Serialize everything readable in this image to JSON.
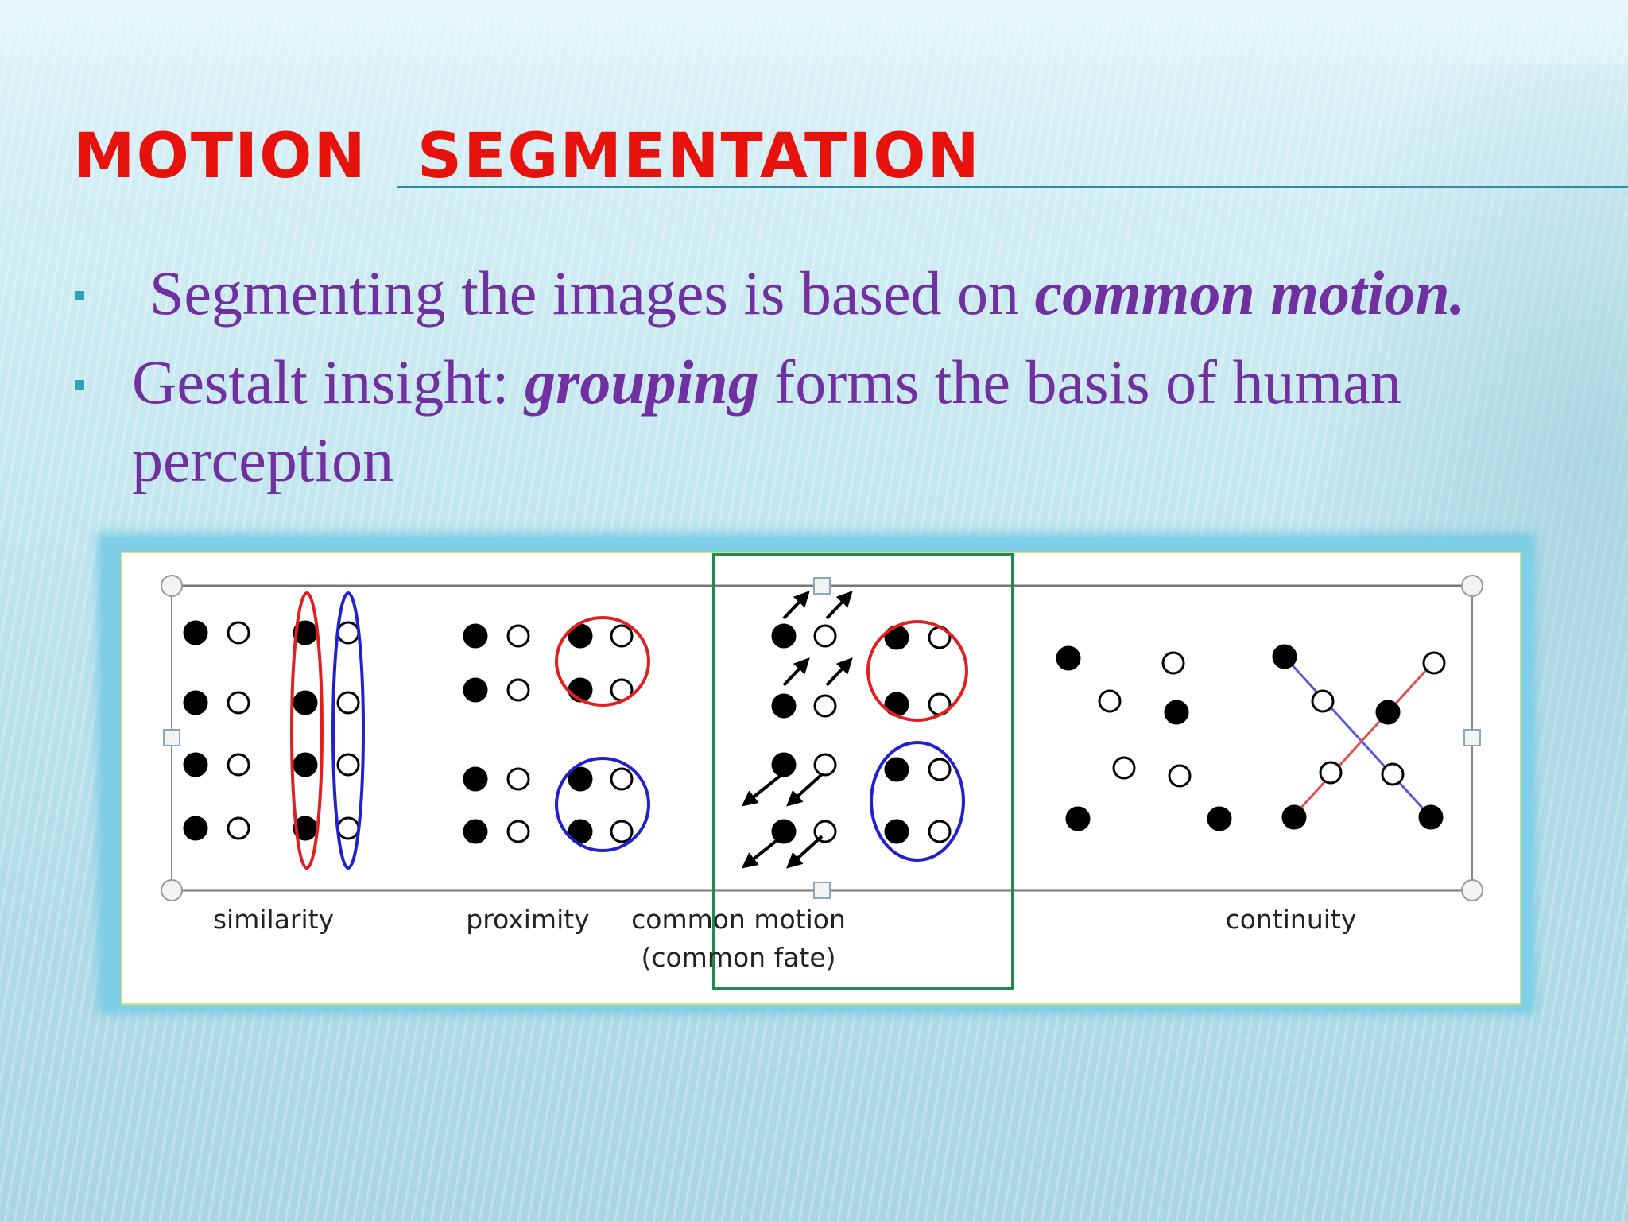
{
  "slide": {
    "title": "MOTION   SEGMENTATION",
    "bullets": [
      {
        "prefix": " Segmenting the images is  based on ",
        "emphasis": "common motion.",
        "suffix": ""
      },
      {
        "prefix": "Gestalt insight: ",
        "emphasis": "grouping",
        "suffix": " forms the basis of human perception"
      }
    ]
  },
  "figure": {
    "labels": {
      "similarity": "similarity",
      "proximity": "proximity",
      "common_motion_line1": "common motion",
      "common_motion_line2": "(common fate)",
      "continuity": "continuity"
    }
  },
  "colors": {
    "title": "#e8120c",
    "body_text": "#7030a0",
    "bullet_marker": "#2ea3b5",
    "red_group": "#e02020",
    "blue_group": "#2020d0",
    "highlight_box": "#1f8a4c"
  }
}
